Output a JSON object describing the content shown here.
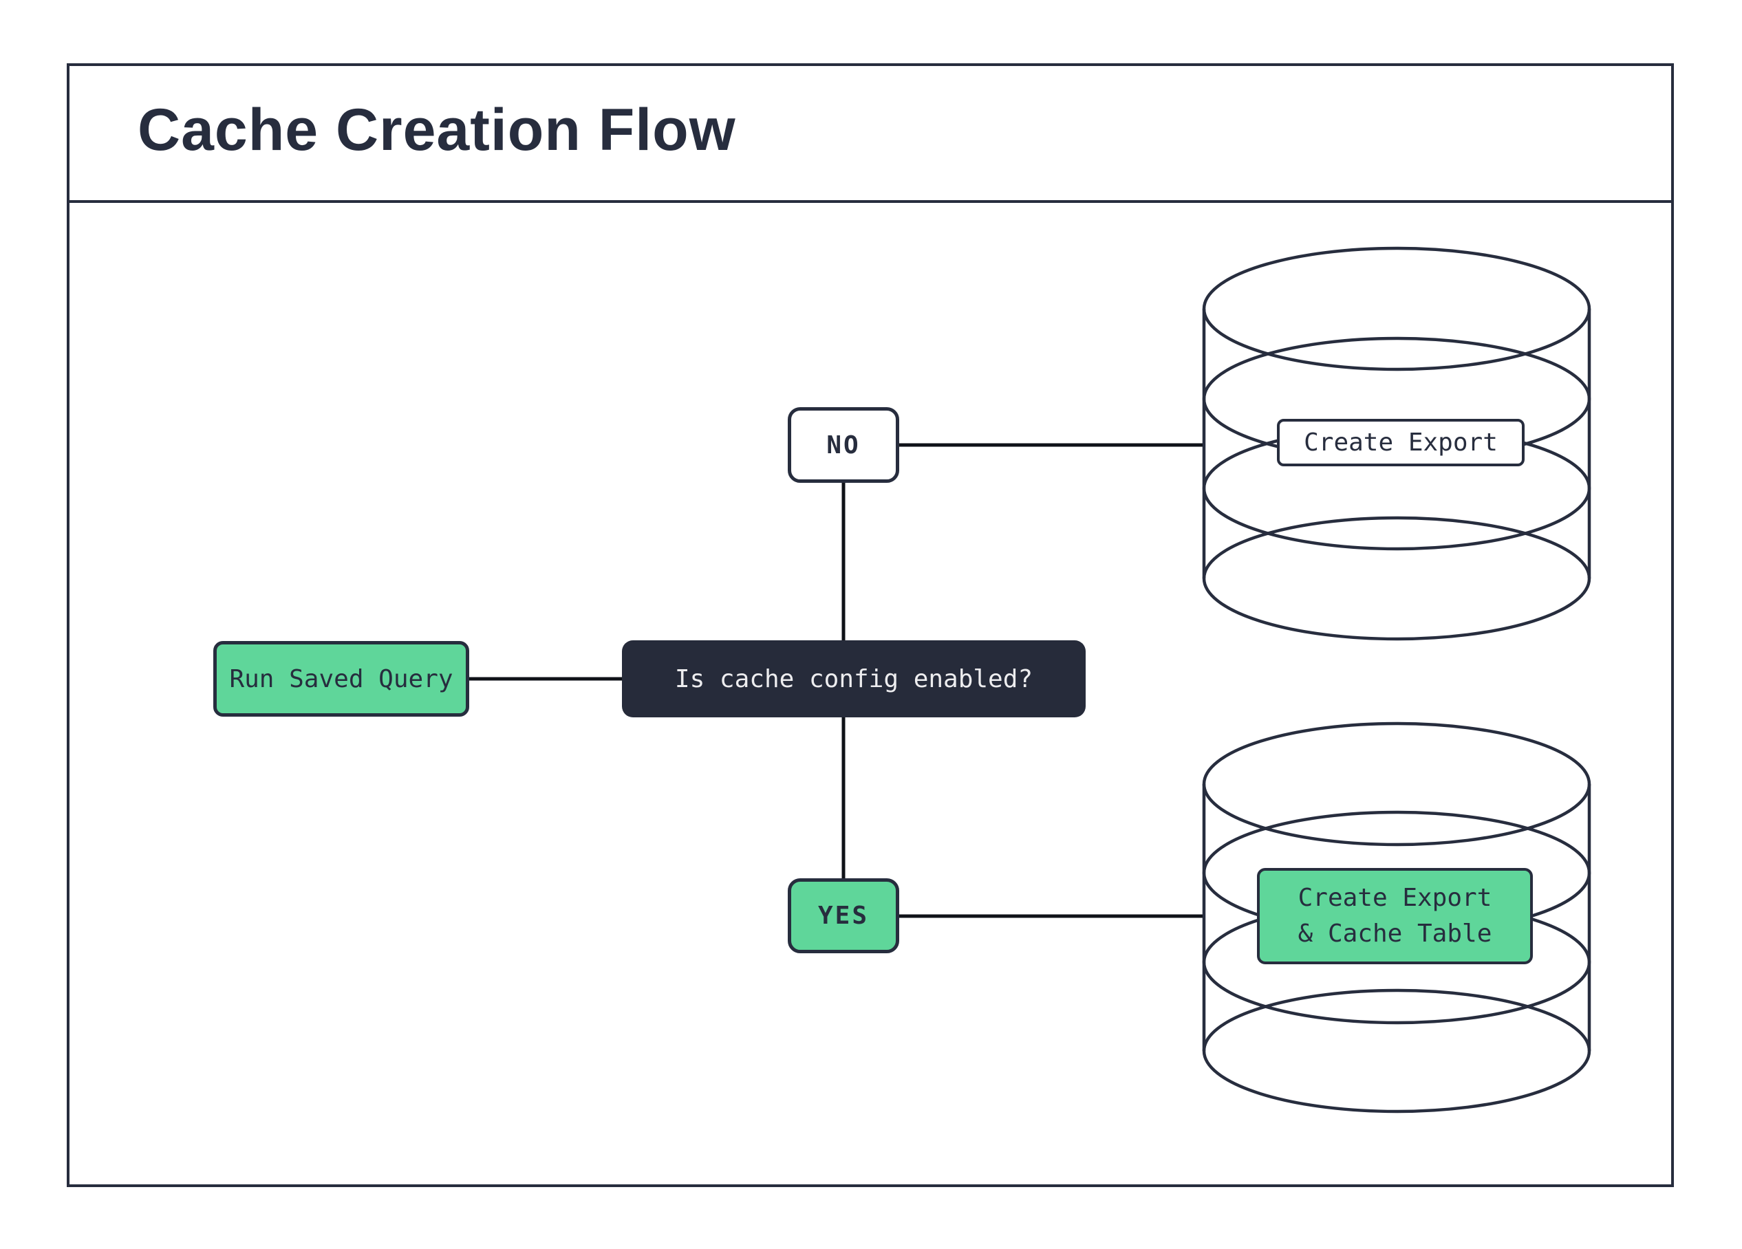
{
  "diagram": {
    "title": "Cache Creation Flow",
    "nodes": {
      "start": "Run Saved Query",
      "decision": "Is cache config enabled?",
      "branch_no": "NO",
      "branch_yes": "YES"
    },
    "databases": {
      "export": {
        "label": "Create Export",
        "icon": "database-icon"
      },
      "cache": {
        "label": "Create Export\n& Cache Table",
        "icon": "database-icon"
      }
    },
    "colors": {
      "ink": "#272D3E",
      "node_green": "#5FD69A",
      "decision_bg": "#262B3A",
      "decision_text": "#EDEDEF",
      "connector": "#0F1218",
      "background": "#FFFFFF"
    }
  }
}
